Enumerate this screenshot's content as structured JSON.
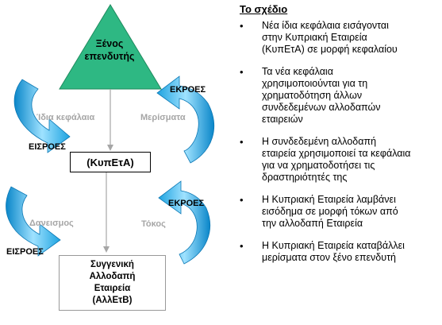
{
  "investor": {
    "label_line1": "Ξένος",
    "label_line2": "επενδυτής",
    "color": "#2eb883"
  },
  "kypeta_box": {
    "label": "(ΚυπΕτΑ)"
  },
  "allet_box": {
    "line1": "Συγγενική",
    "line2": "Αλλοδαπή",
    "line3": "Εταιρεία",
    "line4": "(ΑλλΕτΒ)"
  },
  "flows": {
    "own_capital": "Ίδια κεφάλαια",
    "dividends": "Μερίσματα",
    "lending": "Δανεισμος",
    "interest": "Τόκος"
  },
  "directions": {
    "inflows_top": "ΕΙΣΡΟΕΣ",
    "outflows_top": "ΕΚΡΟΕΣ",
    "inflows_bottom": "ΕΙΣΡΟΕΣ",
    "outflows_bottom": "ΕΚΡΟΕΣ"
  },
  "plan": {
    "title": "Το σχέδιο",
    "bullet_glyph": "•",
    "items": [
      [
        "Νέα ίδια κεφάλαια εισάγονται",
        "στην Κυπριακή Εταιρεία",
        "(ΚυπΕτΑ) σε μορφή κεφαλαίου"
      ],
      [
        "Τα νέα κεφάλαια",
        "χρησιμοποιούνται για τη",
        "χρηματοδότηση άλλων",
        "συνδεδεμένων αλλοδαπών",
        "εταιρειών"
      ],
      [
        "Η συνδεδεμένη αλλοδαπή",
        "εταιρεία χρησιμοποιεί τα κεφάλαια",
        "για να χρηματοδοτήσει τις",
        "δραστηριότητές της"
      ],
      [
        "Η Κυπριακή Εταιρεία λαμβάνει",
        "εισόδημα σε μορφή τόκων από",
        "την αλλοδαπή Εταιρεία"
      ],
      [
        "Η Κυπριακή Εταιρεία καταβάλλει",
        "μερίσματα στον ξένο επενδυτή"
      ]
    ]
  },
  "colors": {
    "arrow_light": "#9fe2ff",
    "arrow_dark": "#0a86c9",
    "connector": "#a6a6a6"
  }
}
